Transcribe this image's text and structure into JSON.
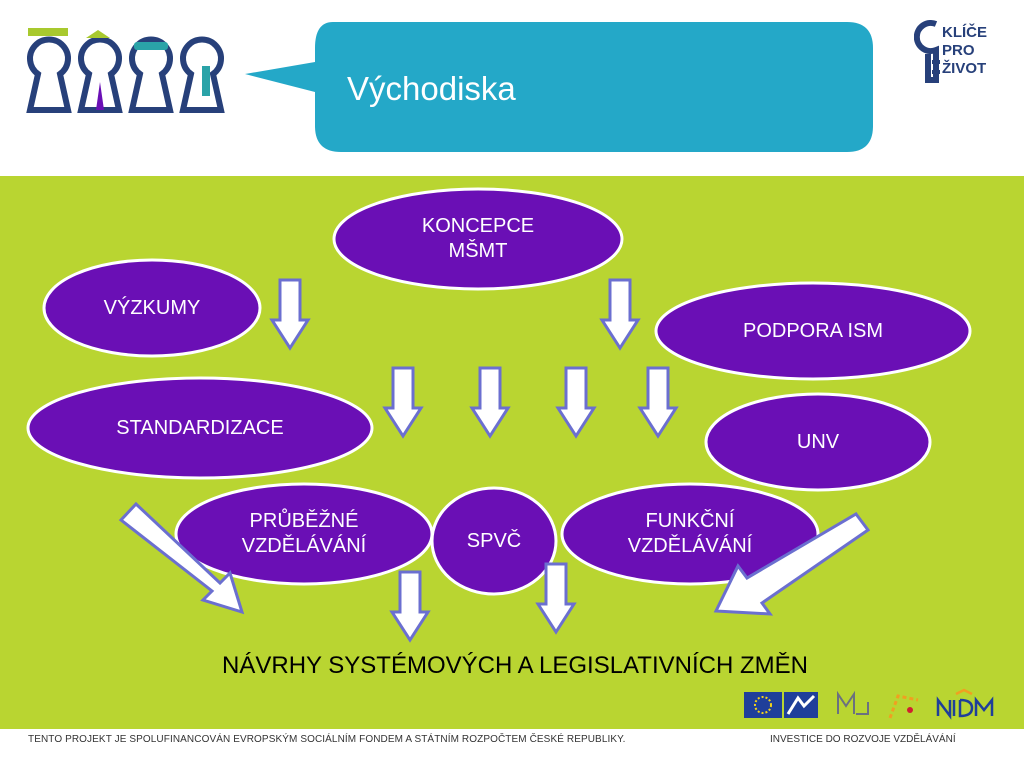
{
  "header": {
    "title": "Východiska",
    "brand_text": "KLÍČE\nPRO\nŽIVOT"
  },
  "diagram": {
    "nodes": {
      "koncepce": "KONCEPCE\nMŠMT",
      "vyzkumy": "VÝZKUMY",
      "podpora": "PODPORA  ISM",
      "standardizace": "STANDARDIZACE",
      "unv": "UNV",
      "prubezne": "PRŮBĚŽNÉ\nVZDĚLÁVÁNÍ",
      "spvc": "SPVČ",
      "funkcni": "FUNKČNÍ\nVZDĚLÁVÁNÍ"
    },
    "result": "NÁVRHY SYSTÉMOVÝCH A LEGISLATIVNÍCH ZMĚN"
  },
  "footer": {
    "left_text": "TENTO PROJEKT JE SPOLUFINANCOVÁN EVROPSKÝM SOCIÁLNÍM FONDEM A STÁTNÍM ROZPOČTEM ČESKÉ REPUBLIKY.",
    "right_text": "INVESTICE DO ROZVOJE VZDĚLÁVÁNÍ"
  },
  "colors": {
    "green_background": "#b9d531",
    "node_fill": "#6a0fb5",
    "title_bubble": "#24a8c8",
    "brand_blue": "#27407a"
  },
  "icons": [
    "keyhole-logo-icon",
    "key-logo-icon",
    "eu-flag-icon",
    "esf-icon",
    "msmt-icon",
    "oprlz-icon",
    "nidm-icon"
  ]
}
